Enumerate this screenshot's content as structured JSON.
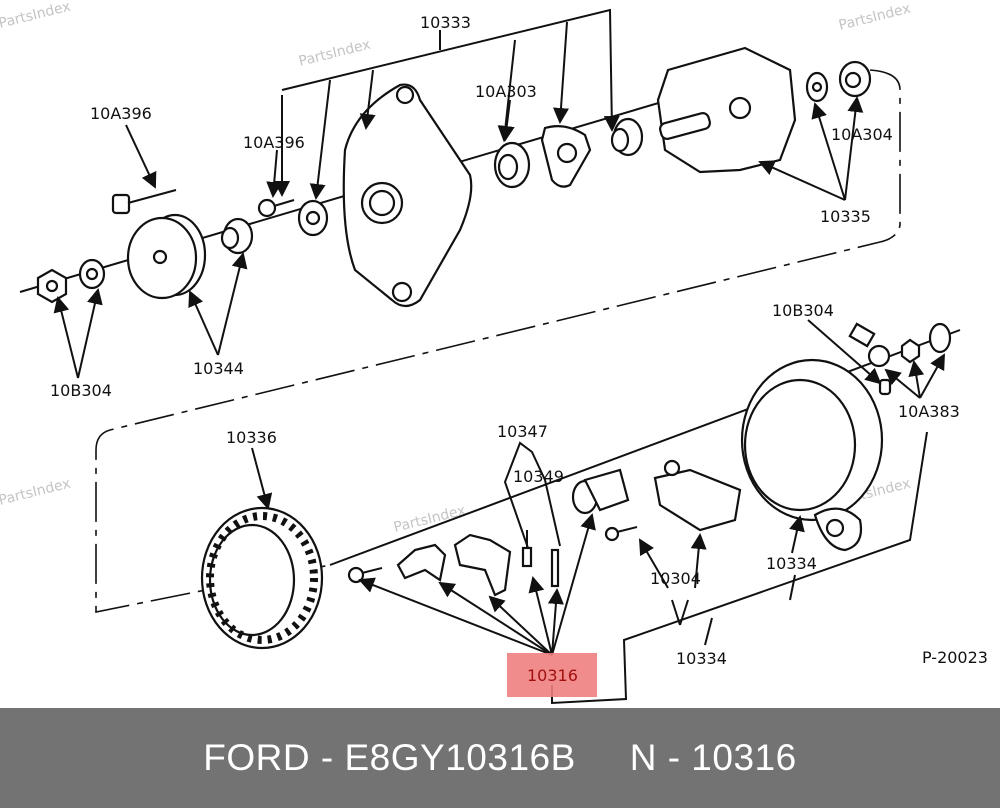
{
  "watermark": "PartsIndex",
  "labels": {
    "l10333": "10333",
    "l10A396a": "10A396",
    "l10A396b": "10A396",
    "l10A303": "10A303",
    "l10A304": "10A304",
    "l10335": "10335",
    "l10B304a": "10B304",
    "l10344": "10344",
    "l10B304b": "10B304",
    "l10A383": "10A383",
    "l10336": "10336",
    "l10347": "10347",
    "l10349": "10349",
    "l10304": "10304",
    "l10334a": "10334",
    "l10334b": "10334",
    "l10316": "10316",
    "figure_id": "P-20023"
  },
  "highlight_color": "#f08080",
  "footer": {
    "brand": "FORD",
    "sep1": " - ",
    "part_number": "E8GY10316B",
    "gap": "     ",
    "ref": "N - 10316"
  }
}
